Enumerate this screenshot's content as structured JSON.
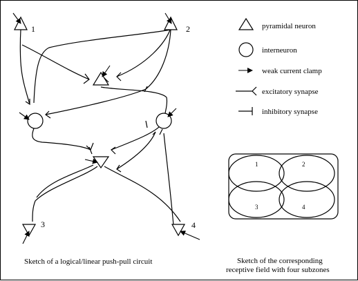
{
  "neurons": {
    "n1": "1",
    "n2": "2",
    "n3": "3",
    "n4": "4"
  },
  "legend": {
    "pyramidal": "pyramidal neuron",
    "interneuron": "interneuron",
    "clamp": "weak current clamp",
    "excitatory": "excitatory synapse",
    "inhibitory": "inhibitory synapse"
  },
  "receptive_field": {
    "zones": [
      "1",
      "2",
      "3",
      "4"
    ]
  },
  "captions": {
    "left": "Sketch of a logical/linear push-pull circuit",
    "right_line1": "Sketch of the corresponding",
    "right_line2": "receptive field with four subzones"
  }
}
